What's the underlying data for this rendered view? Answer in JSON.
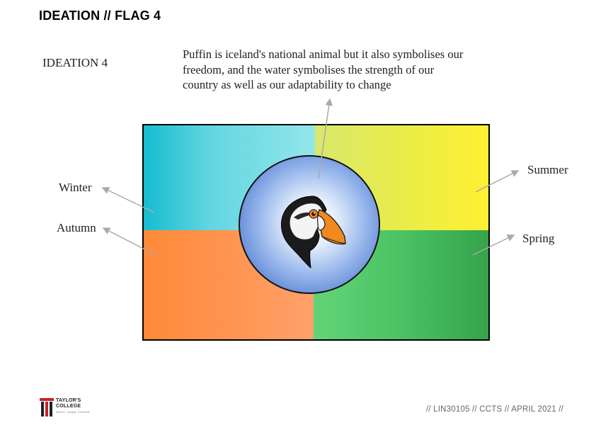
{
  "slide": {
    "title": "IDEATION // FLAG 4",
    "ideation_label": "IDEATION 4",
    "description": "Puffin is iceland's national animal but it also symbolises our freedom, and the water symbolises the strength of our country as well as our adaptability to change"
  },
  "seasons": {
    "winter": "Winter",
    "autumn": "Autumn",
    "summer": "Summer",
    "spring": "Spring"
  },
  "flag": {
    "colors": {
      "winter": "#64d6e1",
      "summer": "#f0ee3c",
      "autumn": "#ff9450",
      "spring": "#4bc263",
      "emblem": "#5e86d6",
      "border": "#000000"
    },
    "emblem_icon": "puffin-icon"
  },
  "logo": {
    "line1": "TAYLOR'S",
    "line2": "COLLEGE",
    "tagline": "Wisdom · Integrity · Excellence"
  },
  "footer": {
    "text": "// LIN30105 // CCTS // APRIL 2021 //"
  }
}
